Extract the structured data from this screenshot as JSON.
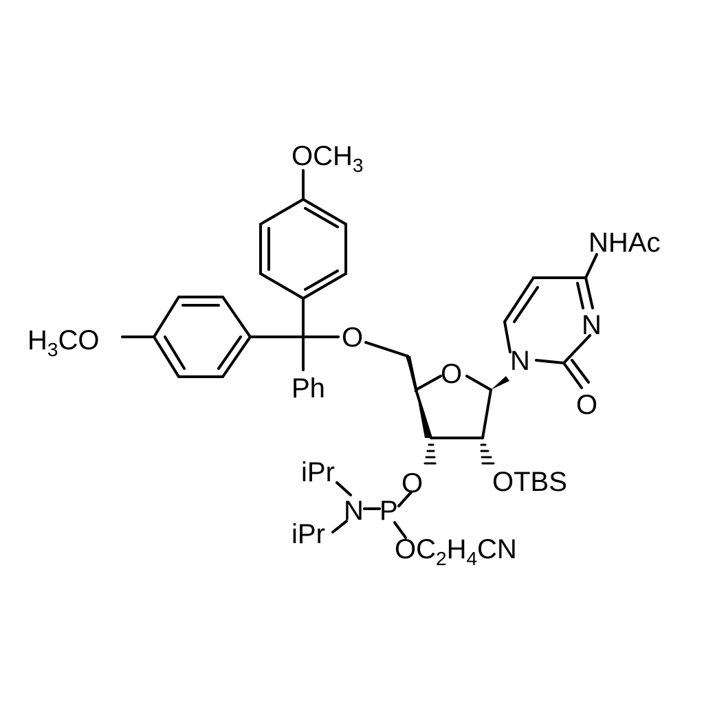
{
  "molecule": {
    "labels": {
      "methoxy_top": {
        "main": "OCH",
        "sub": "3"
      },
      "methoxy_left": {
        "pre": "H",
        "sub": "3",
        "post": "CO"
      },
      "ether_o": "O",
      "ph": "Ph",
      "ring_o": "O",
      "n1": "N",
      "n3": "N",
      "nhac": "NHAc",
      "carbonyl_o": "O",
      "otbs": "OTBS",
      "o3": "O",
      "p": "P",
      "n_amine": "N",
      "ipr_top": "iPr",
      "ipr_bottom": "iPr",
      "cyanoethyl": {
        "a": "OC",
        "s1": "2",
        "b": "H",
        "s2": "4",
        "c": "CN"
      }
    },
    "colors": {
      "ink": "#000000",
      "background": "#ffffff"
    }
  }
}
